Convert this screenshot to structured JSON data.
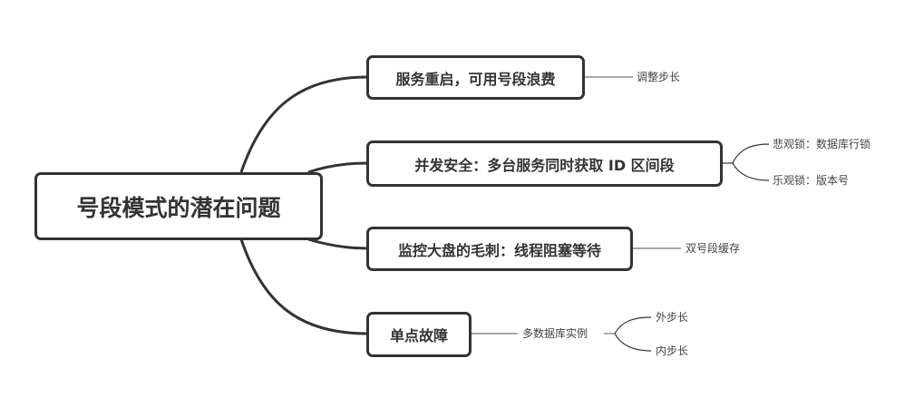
{
  "mindmap": {
    "root": {
      "label": "号段模式的潜在问题"
    },
    "branches": [
      {
        "label": "服务重启，可用号段浪费",
        "children": [
          {
            "label": "调整步长"
          }
        ]
      },
      {
        "label": "并发安全：多台服务同时获取 ID 区间段",
        "children": [
          {
            "label": "悲观锁：数据库行锁"
          },
          {
            "label": "乐观锁：版本号"
          }
        ]
      },
      {
        "label": "监控大盘的毛刺：线程阻塞等待",
        "children": [
          {
            "label": "双号段缓存"
          }
        ]
      },
      {
        "label": "单点故障",
        "children": [
          {
            "label": "多数据库实例",
            "children": [
              {
                "label": "外步长"
              },
              {
                "label": "内步长"
              }
            ]
          }
        ]
      }
    ]
  },
  "colors": {
    "node_border": "#333333",
    "connector": "#333333",
    "leaf_line": "#8a8a8a",
    "leaf_text": "#444444",
    "background": "#ffffff"
  }
}
